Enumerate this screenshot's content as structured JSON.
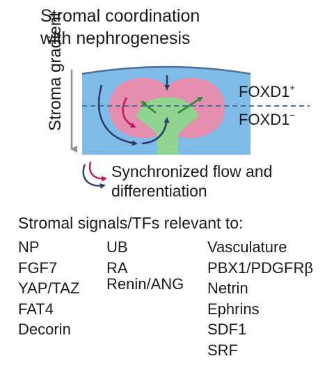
{
  "title": {
    "line1": "Stromal coordination",
    "line2": "with nephrogenesis"
  },
  "side_label": "Stroma gradient",
  "markers": {
    "foxd1_pos_base": "FOXD1",
    "foxd1_pos_sup": "+",
    "foxd1_neg_base": "FOXD1",
    "foxd1_neg_sup": "−"
  },
  "legend": {
    "line1": "Synchronized flow and",
    "line2": "differentiation"
  },
  "signals": {
    "title": "Stromal signals/TFs relevant to:",
    "columns": [
      {
        "header": "NP",
        "items": [
          "FGF7",
          "YAP/TAZ",
          "FAT4",
          "Decorin"
        ]
      },
      {
        "header": "UB",
        "items": [
          "RA",
          "Renin/ANG"
        ]
      },
      {
        "header": "Vasculature",
        "items": [
          "PBX1/PDGFRβ",
          "Netrin",
          "Ephrins",
          "SDF1",
          "SRF"
        ]
      }
    ]
  },
  "colors": {
    "stroma_blue": "#7fbde8",
    "np_pink": "#e58fae",
    "ub_green": "#8fd48f",
    "arrow_navy": "#2c3e66",
    "arrow_magenta": "#c2185b",
    "arrow_green": "#2e8b3e",
    "dash_line": "#4a6f9a"
  }
}
